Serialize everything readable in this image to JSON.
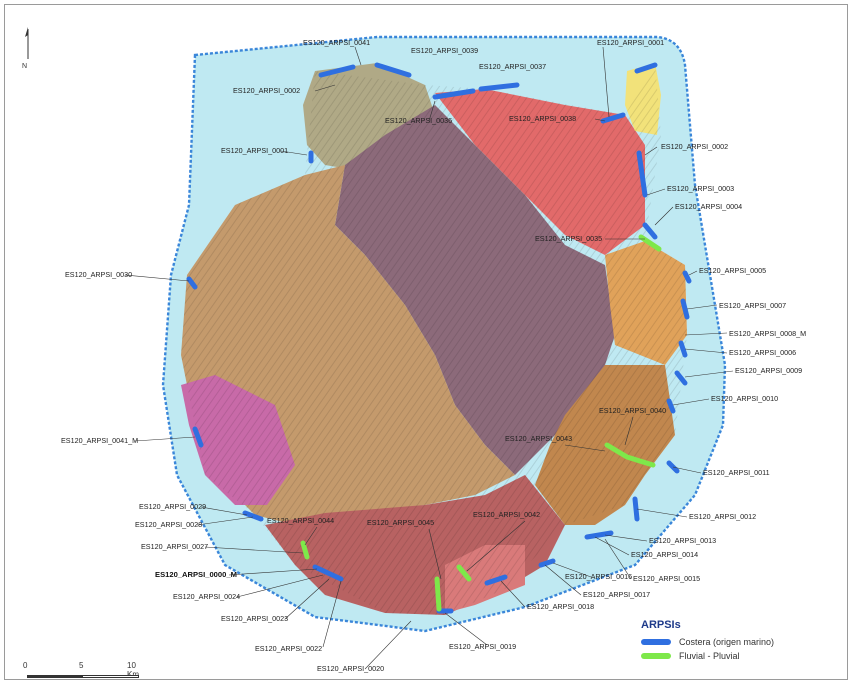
{
  "north_label": "N",
  "legend": {
    "title": "ARPSIs",
    "items": [
      {
        "label": "Costera (origen marino)",
        "color": "#2f6fe0"
      },
      {
        "label": "Fluvial - Pluvial",
        "color": "#7ee84a"
      }
    ]
  },
  "scale": {
    "ticks": [
      "0",
      "5",
      "10 Km"
    ]
  },
  "colors": {
    "sea_zone": "#bfe9f2",
    "coast_line": "#2f6fe0",
    "dashed_border": "#3a86d9",
    "basin_purple": "#8c6a7a",
    "basin_tan": "#c49a6c",
    "basin_red": "#e26a6a",
    "basin_orange": "#e0a25a",
    "basin_olive": "#a9a07c",
    "basin_magenta": "#c86aa8",
    "basin_yellow": "#f2e27a",
    "basin_darkred": "#b05a5a"
  },
  "labels": {
    "l0041": "ES120_ARPSI_0041",
    "l0039": "ES120_ARPSI_0039",
    "l0037": "ES120_ARPSI_0037",
    "l0001top": "ES120_ARPSI_0001",
    "l0002w": "ES120_ARPSI_0002",
    "l0036": "ES120_ARPSI_0036",
    "l0038": "ES120_ARPSI_0038",
    "l0001w": "ES120_ARPSI_0001",
    "l0002e": "ES120_ARPSI_0002",
    "l0003": "ES120_ARPSI_0003",
    "l0004": "ES120_ARPSI_0004",
    "l0035": "ES120_ARPSI_0035",
    "l0030": "ES120_ARPSI_0030",
    "l0005": "ES120_ARPSI_0005",
    "l0007": "ES120_ARPSI_0007",
    "l0008m": "ES120_ARPSI_0008_M",
    "l0006": "ES120_ARPSI_0006",
    "l0009": "ES120_ARPSI_0009",
    "l0010": "ES120_ARPSI_0010",
    "l0040": "ES120_ARPSI_0040",
    "l0043": "ES120_ARPSI_0043",
    "l0041m": "ES120_ARPSI_0041_M",
    "l0011": "ES120_ARPSI_0011",
    "l0012": "ES120_ARPSI_0012",
    "l0029": "ES120_ARPSI_0029",
    "l0028": "ES120_ARPSI_0028",
    "l0044": "ES120_ARPSI_0044",
    "l0027": "ES120_ARPSI_0027",
    "l0045": "ES120_ARPSI_0045",
    "l0042": "ES120_ARPSI_0042",
    "l0013": "ES120_ARPSI_0013",
    "l0014": "ES120_ARPSI_0014",
    "l0000m": "ES120_ARPSI_0000_M",
    "l0016": "ES120_ARPSI_0016",
    "l0015": "ES120_ARPSI_0015",
    "l0024": "ES120_ARPSI_0024",
    "l0017": "ES120_ARPSI_0017",
    "l0018": "ES120_ARPSI_0018",
    "l0023": "ES120_ARPSI_0023",
    "l0022": "ES120_ARPSI_0022",
    "l0019": "ES120_ARPSI_0019",
    "l0020": "ES120_ARPSI_0020"
  }
}
